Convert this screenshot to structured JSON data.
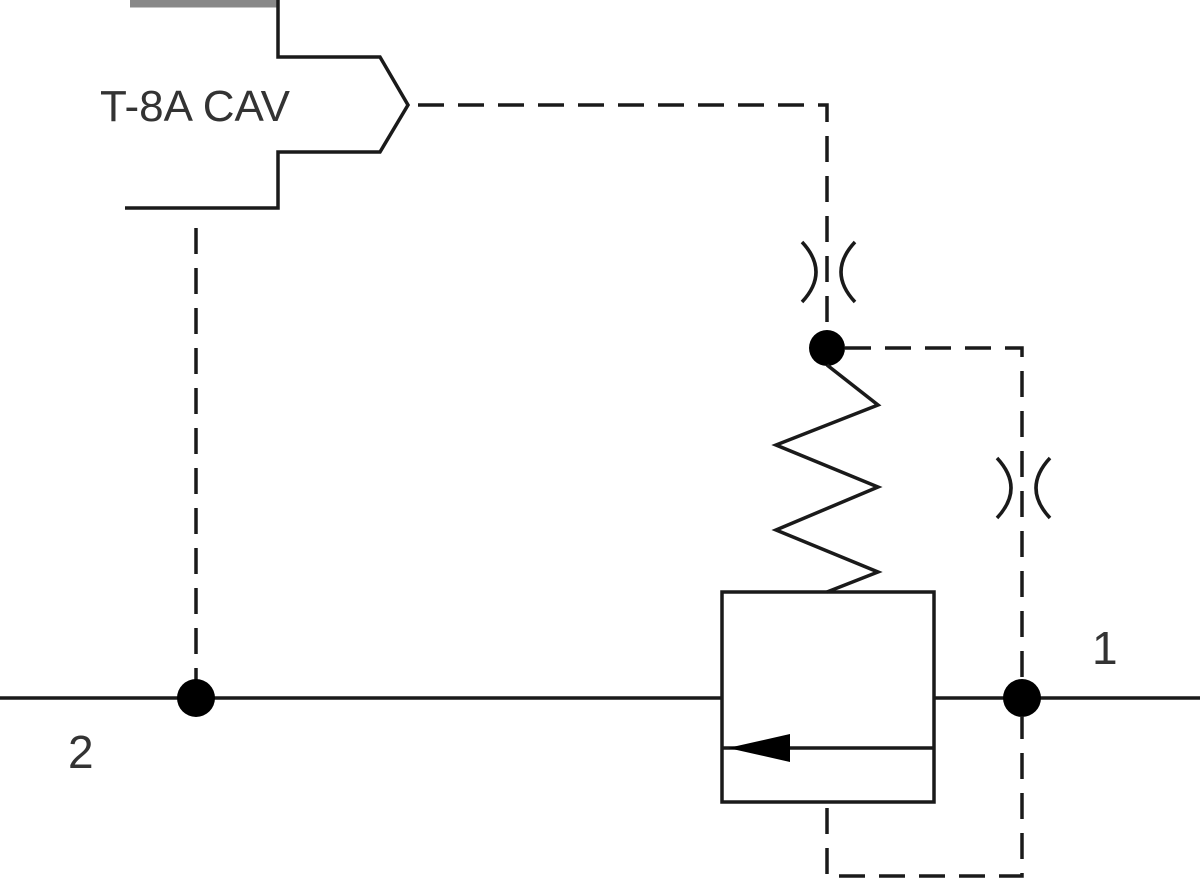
{
  "labels": {
    "cavity": "T-8A CAV",
    "port_1": "1",
    "port_2": "2"
  },
  "colors": {
    "line": "#1a1a1a",
    "text": "#333333",
    "background": "#ffffff"
  }
}
